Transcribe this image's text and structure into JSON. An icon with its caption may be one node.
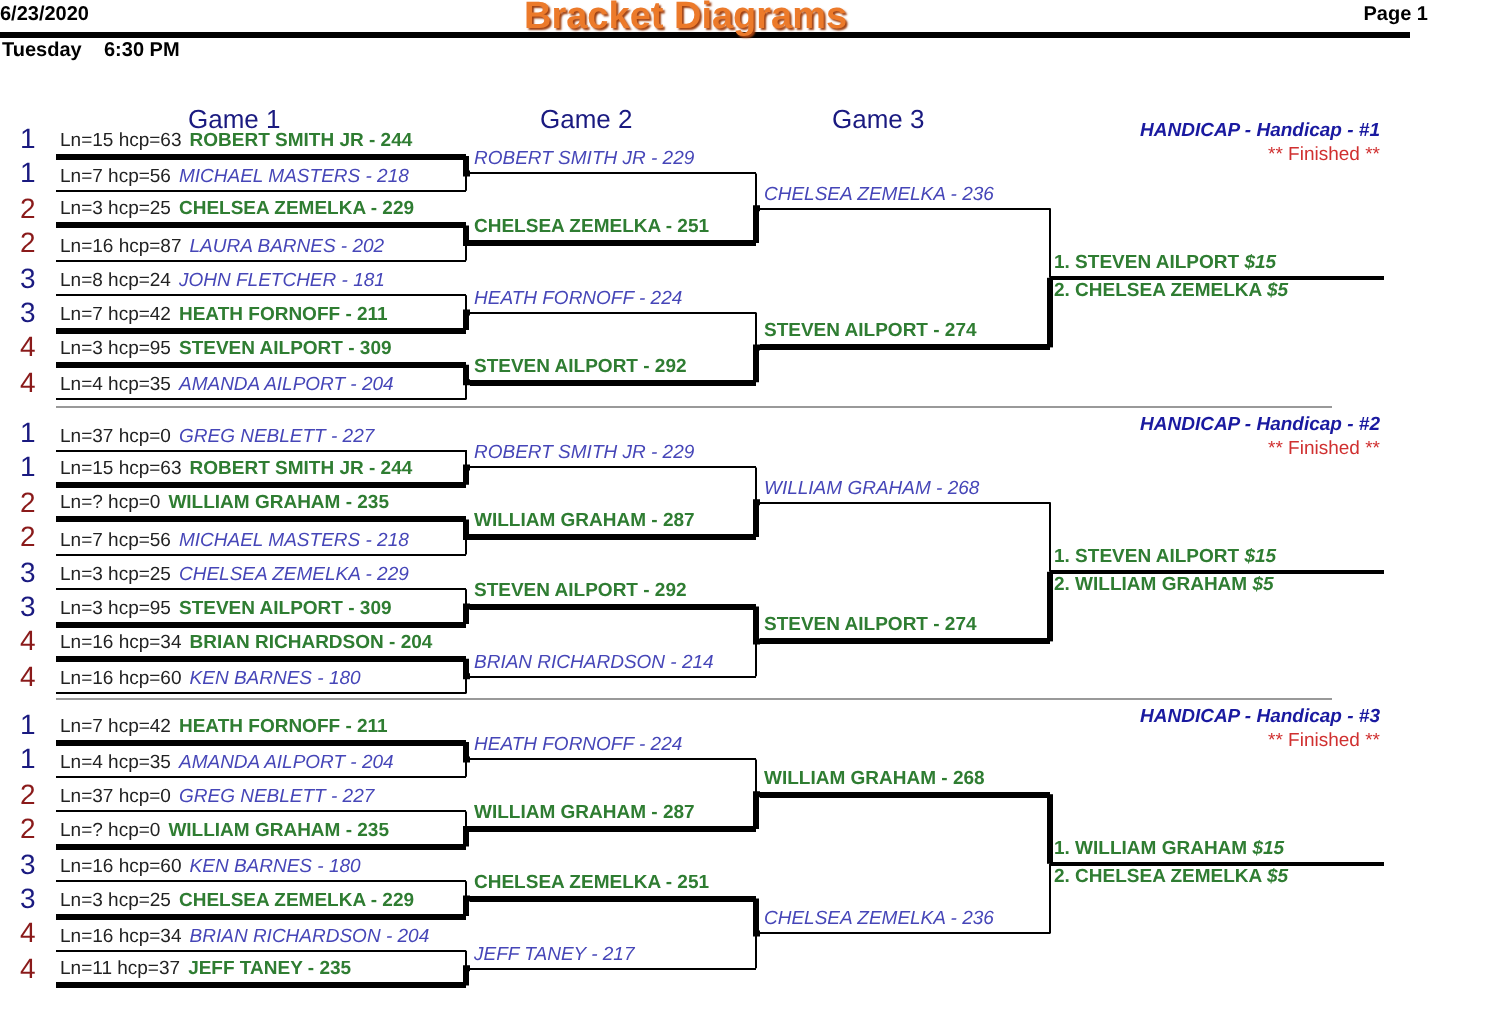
{
  "diagram": {
    "title": "Bracket Diagrams",
    "nodes": [
      {
        "text": [
          "Ln=15 hcp=63",
          "ROBERT SMITH JR - 244"
        ],
        "beside": [
          "1"
        ]
      },
      {
        "text": [
          "Ln=7 hcp=56",
          "MICHAEL MASTERS - 218"
        ],
        "beside": [
          "1"
        ]
      },
      {
        "text": [
          "Ln=3 hcp=25",
          "CHELSEA ZEMELKA - 229"
        ],
        "beside": [
          "2"
        ]
      },
      {
        "text": [
          "Ln=16 hcp=87",
          "LAURA BARNES - 202"
        ],
        "beside": [
          "2"
        ]
      },
      {
        "text": [
          "Ln=8 hcp=24",
          "JOHN FLETCHER - 181"
        ],
        "beside": [
          "3"
        ]
      },
      {
        "text": [
          "Ln=7 hcp=42",
          "HEATH FORNOFF - 211"
        ],
        "beside": [
          "3"
        ]
      },
      {
        "text": [
          "Ln=3 hcp=95",
          "STEVEN AILPORT - 309"
        ],
        "beside": [
          "4"
        ]
      },
      {
        "text": [
          "Ln=4 hcp=35",
          "AMANDA AILPORT - 204"
        ],
        "beside": [
          "4"
        ]
      },
      {
        "text": [
          "ROBERT SMITH JR - 229"
        ]
      },
      {
        "text": [
          "CHELSEA ZEMELKA - 251"
        ]
      },
      {
        "text": [
          "HEATH FORNOFF - 224"
        ]
      },
      {
        "text": [
          "STEVEN AILPORT - 292"
        ]
      },
      {
        "text": [
          "CHELSEA ZEMELKA - 236"
        ]
      },
      {
        "text": [
          "STEVEN AILPORT - 274"
        ]
      },
      {
        "text": [
          "1. STEVEN AILPORT *$15*",
          "2. CHELSEA ZEMELKA *$5*"
        ]
      },
      {
        "text": [
          "Ln=37 hcp=0",
          "GREG NEBLETT - 227"
        ],
        "beside": [
          "1"
        ]
      },
      {
        "text": [
          "Ln=15 hcp=63",
          "ROBERT SMITH JR - 244"
        ],
        "beside": [
          "1"
        ]
      },
      {
        "text": [
          "Ln=? hcp=0",
          "WILLIAM GRAHAM - 235"
        ],
        "beside": [
          "2"
        ]
      },
      {
        "text": [
          "Ln=7 hcp=56",
          "MICHAEL MASTERS - 218"
        ],
        "beside": [
          "2"
        ]
      },
      {
        "text": [
          "Ln=3 hcp=25",
          "CHELSEA ZEMELKA - 229"
        ],
        "beside": [
          "3"
        ]
      },
      {
        "text": [
          "Ln=3 hcp=95",
          "STEVEN AILPORT - 309"
        ],
        "beside": [
          "3"
        ]
      },
      {
        "text": [
          "Ln=16 hcp=34",
          "BRIAN RICHARDSON - 204"
        ],
        "beside": [
          "4"
        ]
      },
      {
        "text": [
          "Ln=16 hcp=60",
          "KEN BARNES - 180"
        ],
        "beside": [
          "4"
        ]
      },
      {
        "text": [
          "ROBERT SMITH JR - 229"
        ]
      },
      {
        "text": [
          "WILLIAM GRAHAM - 287"
        ]
      },
      {
        "text": [
          "STEVEN AILPORT - 292"
        ]
      },
      {
        "text": [
          "BRIAN RICHARDSON - 214"
        ]
      },
      {
        "text": [
          "WILLIAM GRAHAM - 268"
        ]
      },
      {
        "text": [
          "STEVEN AILPORT - 274"
        ]
      },
      {
        "text": [
          "1. STEVEN AILPORT *$15*",
          "2. WILLIAM GRAHAM *$5*"
        ]
      },
      {
        "text": [
          "Ln=7 hcp=42",
          "HEATH FORNOFF - 211"
        ],
        "beside": [
          "1"
        ]
      },
      {
        "text": [
          "Ln=4 hcp=35",
          "AMANDA AILPORT - 204"
        ],
        "beside": [
          "1"
        ]
      },
      {
        "text": [
          "Ln=37 hcp=0",
          "GREG NEBLETT - 227"
        ],
        "beside": [
          "2"
        ]
      },
      {
        "text": [
          "Ln=? hcp=0",
          "WILLIAM GRAHAM - 235"
        ],
        "beside": [
          "2"
        ]
      },
      {
        "text": [
          "Ln=16 hcp=60",
          "KEN BARNES - 180"
        ],
        "beside": [
          "3"
        ]
      },
      {
        "text": [
          "Ln=3 hcp=25",
          "CHELSEA ZEMELKA - 229"
        ],
        "beside": [
          "3"
        ]
      },
      {
        "text": [
          "Ln=16 hcp=34",
          "BRIAN RICHARDSON - 204"
        ],
        "beside": [
          "4"
        ]
      },
      {
        "text": [
          "Ln=11 hcp=37",
          "JEFF TANEY - 235"
        ],
        "beside": [
          "4"
        ]
      },
      {
        "text": [
          "HEATH FORNOFF - 224"
        ]
      },
      {
        "text": [
          "WILLIAM GRAHAM - 287"
        ]
      },
      {
        "text": [
          "CHELSEA ZEMELKA - 251"
        ]
      },
      {
        "text": [
          "JEFF TANEY - 217"
        ]
      },
      {
        "text": [
          "WILLIAM GRAHAM - 268"
        ]
      },
      {
        "text": [
          "CHELSEA ZEMELKA - 236"
        ]
      },
      {
        "text": [
          "1. WILLIAM GRAHAM *$15*",
          "2. CHELSEA ZEMELKA *$5*"
        ]
      }
    ],
    "edges": [
      {
        "from": 0,
        "to": 8,
        "arrow": "none",
        "style": "thick"
      },
      {
        "from": 1,
        "to": 8,
        "arrow": "none"
      },
      {
        "from": 2,
        "to": 9,
        "arrow": "none",
        "style": "thick"
      },
      {
        "from": 3,
        "to": 9,
        "arrow": "none"
      },
      {
        "from": 4,
        "to": 10,
        "arrow": "none"
      },
      {
        "from": 5,
        "to": 10,
        "arrow": "none",
        "style": "thick"
      },
      {
        "from": 6,
        "to": 11,
        "arrow": "none",
        "style": "thick"
      },
      {
        "from": 7,
        "to": 11,
        "arrow": "none"
      },
      {
        "from": 8,
        "to": 12,
        "arrow": "none"
      },
      {
        "from": 9,
        "to": 12,
        "arrow": "none",
        "style": "thick"
      },
      {
        "from": 10,
        "to": 13,
        "arrow": "none"
      },
      {
        "from": 11,
        "to": 13,
        "arrow": "none",
        "style": "thick"
      },
      {
        "from": 12,
        "to": 14,
        "arrow": "none"
      },
      {
        "from": 13,
        "to": 14,
        "arrow": "none",
        "style": "thick"
      },
      {
        "from": 15,
        "to": 23,
        "arrow": "none"
      },
      {
        "from": 16,
        "to": 23,
        "arrow": "none",
        "style": "thick"
      },
      {
        "from": 17,
        "to": 24,
        "arrow": "none",
        "style": "thick"
      },
      {
        "from": 18,
        "to": 24,
        "arrow": "none"
      },
      {
        "from": 19,
        "to": 25,
        "arrow": "none"
      },
      {
        "from": 20,
        "to": 25,
        "arrow": "none",
        "style": "thick"
      },
      {
        "from": 21,
        "to": 26,
        "arrow": "none",
        "style": "thick"
      },
      {
        "from": 22,
        "to": 26,
        "arrow": "none"
      },
      {
        "from": 23,
        "to": 27,
        "arrow": "none"
      },
      {
        "from": 24,
        "to": 27,
        "arrow": "none",
        "style": "thick"
      },
      {
        "from": 25,
        "to": 28,
        "arrow": "none",
        "style": "thick"
      },
      {
        "from": 26,
        "to": 28,
        "arrow": "none"
      },
      {
        "from": 27,
        "to": 29,
        "arrow": "none"
      },
      {
        "from": 28,
        "to": 29,
        "arrow": "none",
        "style": "thick"
      },
      {
        "from": 30,
        "to": 38,
        "arrow": "none",
        "style": "thick"
      },
      {
        "from": 31,
        "to": 38,
        "arrow": "none"
      },
      {
        "from": 32,
        "to": 39,
        "arrow": "none"
      },
      {
        "from": 33,
        "to": 39,
        "arrow": "none",
        "style": "thick"
      },
      {
        "from": 34,
        "to": 40,
        "arrow": "none"
      },
      {
        "from": 35,
        "to": 40,
        "arrow": "none",
        "style": "thick"
      },
      {
        "from": 36,
        "to": 41,
        "arrow": "none"
      },
      {
        "from": 37,
        "to": 41,
        "arrow": "none",
        "style": "thick"
      },
      {
        "from": 38,
        "to": 42,
        "arrow": "none"
      },
      {
        "from": 39,
        "to": 42,
        "arrow": "none",
        "style": "thick"
      },
      {
        "from": 40,
        "to": 43,
        "arrow": "none",
        "style": "thick"
      },
      {
        "from": 41,
        "to": 43,
        "arrow": "none"
      },
      {
        "from": 42,
        "to": 44,
        "arrow": "none",
        "style": "thick"
      },
      {
        "from": 43,
        "to": 44,
        "arrow": "none"
      }
    ],
    "labels": [
      "6/23/2020",
      "Page 1",
      "Tuesday",
      "6:30 PM",
      "Game 1",
      "Game 2",
      "Game 3",
      "HANDICAP - Handicap - #1",
      "** Finished **",
      "HANDICAP - Handicap - #2",
      "** Finished **",
      "HANDICAP - Handicap - #3",
      "** Finished **"
    ]
  }
}
